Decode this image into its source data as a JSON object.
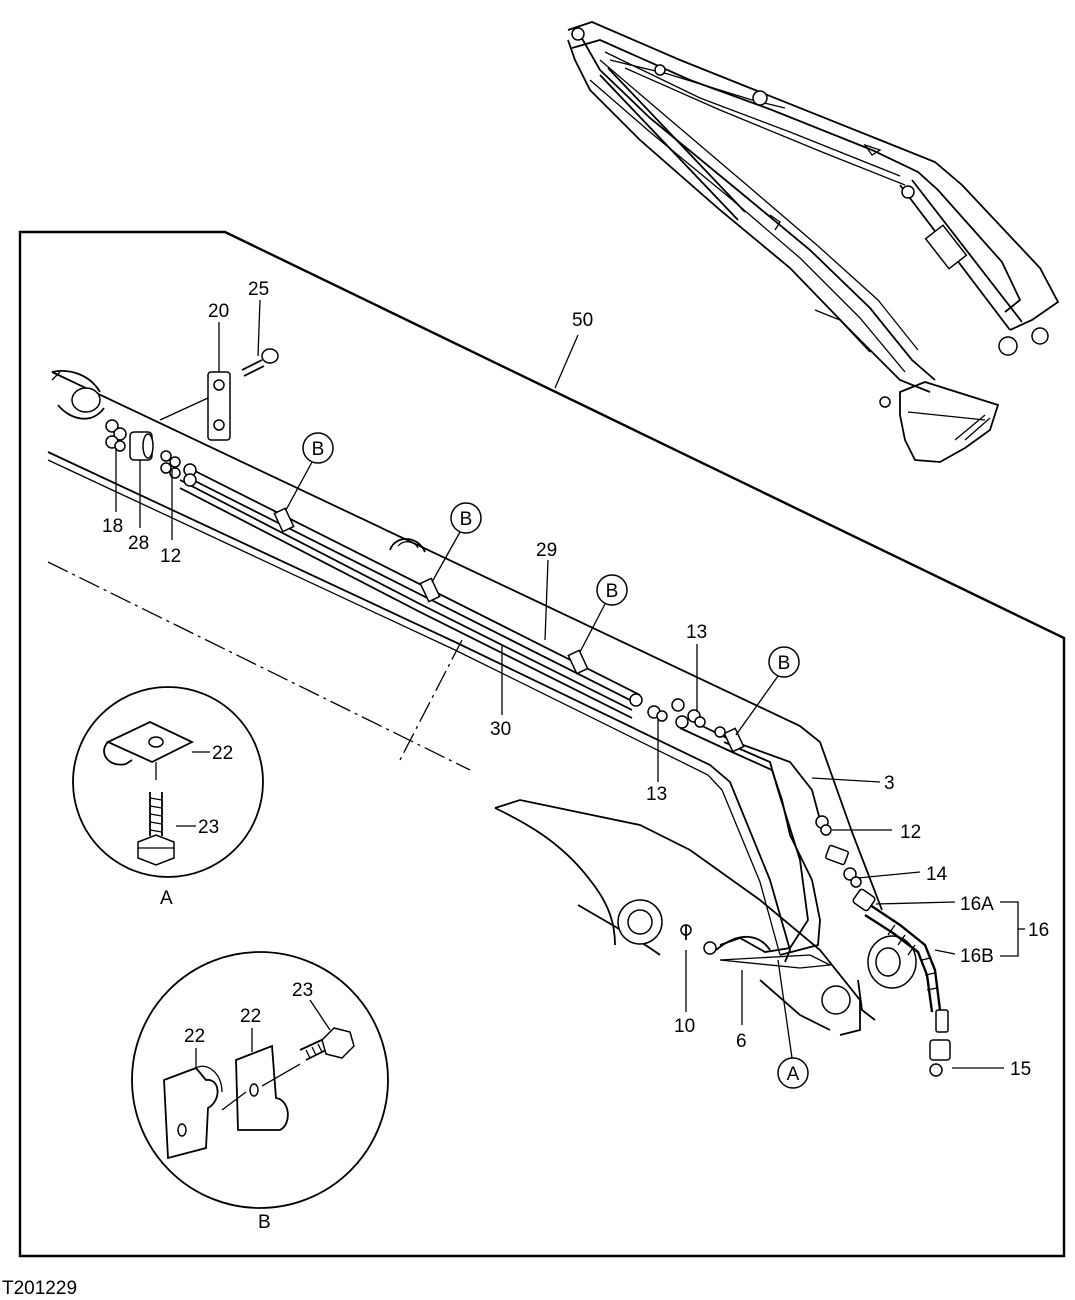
{
  "figure_id": "T201229",
  "labels": {
    "p50": "50",
    "p20": "20",
    "p25": "25",
    "p18": "18",
    "p28": "28",
    "p12a": "12",
    "p29": "29",
    "p30": "30",
    "p13a": "13",
    "p13b": "13",
    "p3": "3",
    "p12b": "12",
    "p14": "14",
    "p16a": "16A",
    "p16b": "16B",
    "p16": "16",
    "p15": "15",
    "p10": "10",
    "p6": "6",
    "detA_22": "22",
    "detA_23": "23",
    "detB_22a": "22",
    "detB_22b": "22",
    "detB_23": "23"
  },
  "callouts": {
    "b1": "B",
    "b2": "B",
    "b3": "B",
    "b4": "B",
    "a1": "A"
  },
  "details": {
    "a_caption": "A",
    "b_caption": "B"
  }
}
